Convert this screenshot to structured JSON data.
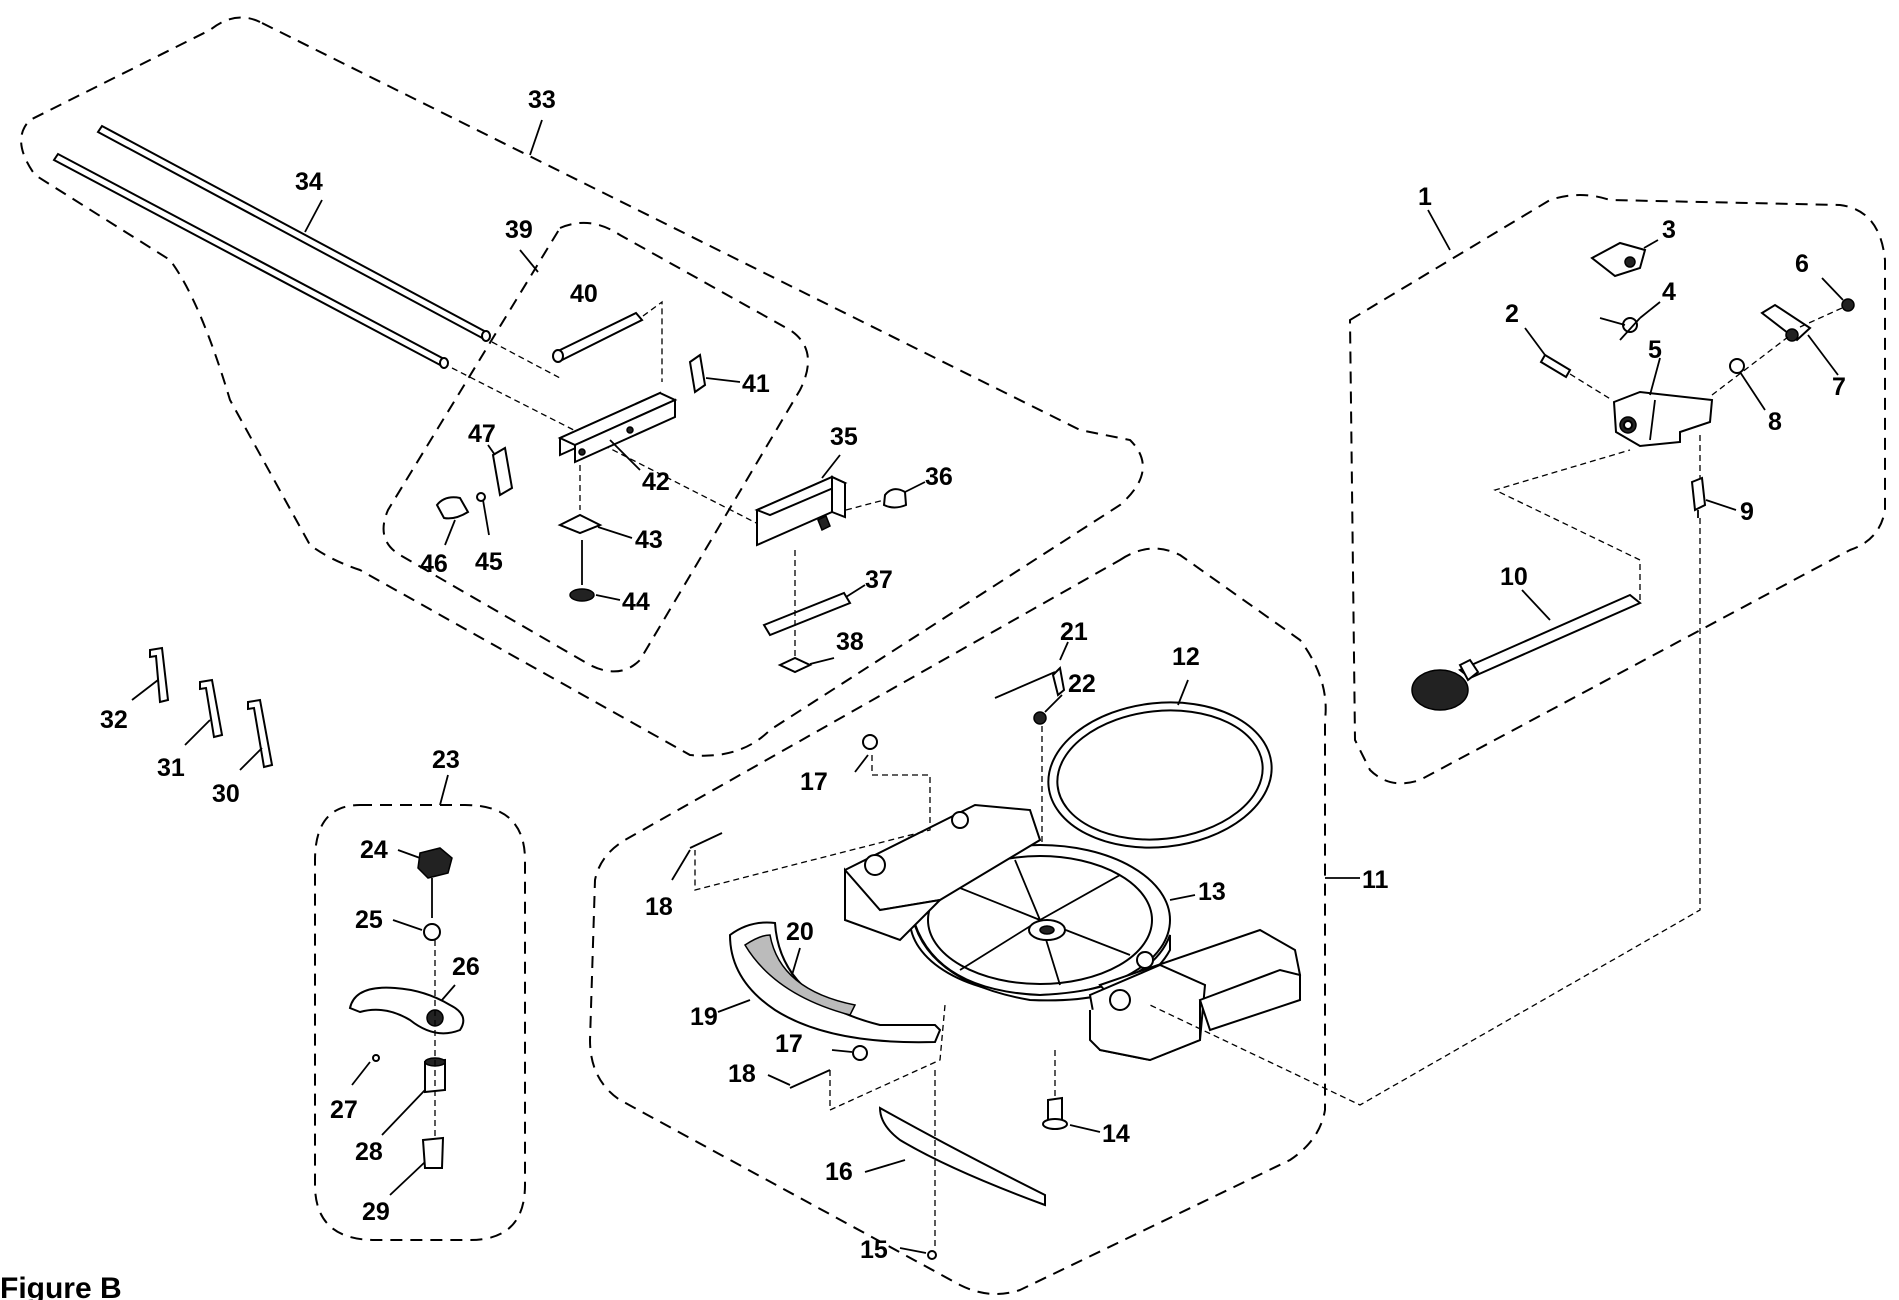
{
  "figure_caption": "Figure B",
  "part_labels": {
    "p1": "1",
    "p2": "2",
    "p3": "3",
    "p4": "4",
    "p5": "5",
    "p6": "6",
    "p7": "7",
    "p8": "8",
    "p9": "9",
    "p10": "10",
    "p11": "11",
    "p12": "12",
    "p13": "13",
    "p14": "14",
    "p15": "15",
    "p16": "16",
    "p17a": "17",
    "p17b": "17",
    "p18a": "18",
    "p18b": "18",
    "p19": "19",
    "p20": "20",
    "p21": "21",
    "p22": "22",
    "p23": "23",
    "p24": "24",
    "p25": "25",
    "p26": "26",
    "p27": "27",
    "p28": "28",
    "p29": "29",
    "p30": "30",
    "p31": "31",
    "p32": "32",
    "p33": "33",
    "p34": "34",
    "p35": "35",
    "p36": "36",
    "p37": "37",
    "p38": "38",
    "p39": "39",
    "p40": "40",
    "p41": "41",
    "p42": "42",
    "p43": "43",
    "p44": "44",
    "p45": "45",
    "p46": "46",
    "p47": "47"
  }
}
